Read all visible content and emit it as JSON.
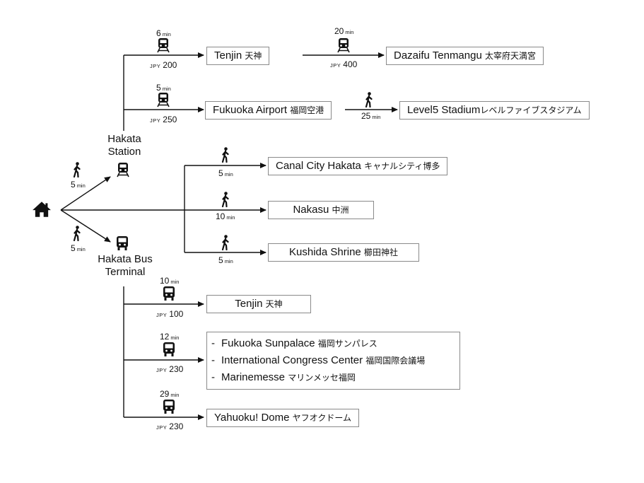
{
  "origin": {
    "icon": "home-icon"
  },
  "hubs": {
    "station": {
      "label": "Hakata\nStation",
      "icon": "train-icon"
    },
    "bus_terminal": {
      "label": "Hakata Bus\nTerminal",
      "icon": "bus-icon"
    }
  },
  "walk_to_station": "5",
  "walk_to_bus": "5",
  "unit_min": "min",
  "currency": "JPY",
  "station_routes": [
    {
      "dest_en": "Tenjin",
      "dest_ja": "天神",
      "mode": "train",
      "time": "6",
      "price": "200",
      "next": {
        "dest_en": "Dazaifu Tenmangu",
        "dest_ja": "太宰府天満宮",
        "mode": "train",
        "time": "20",
        "price": "400"
      }
    },
    {
      "dest_en": "Fukuoka Airport",
      "dest_ja": "福岡空港",
      "mode": "train",
      "time": "5",
      "price": "250",
      "next": {
        "dest_en": "Level5 Stadium",
        "dest_ja": "レベルファイブスタジアム",
        "mode": "walk",
        "time": "25"
      }
    }
  ],
  "walk_routes": [
    {
      "dest_en": "Canal City Hakata",
      "dest_ja": "キャナルシティ博多",
      "time": "5"
    },
    {
      "dest_en": "Nakasu",
      "dest_ja": "中洲",
      "time": "10"
    },
    {
      "dest_en": "Kushida Shrine",
      "dest_ja": "櫛田神社",
      "time": "5"
    }
  ],
  "bus_routes": [
    {
      "time": "10",
      "price": "100",
      "dests": [
        {
          "en": "Tenjin",
          "ja": "天神"
        }
      ]
    },
    {
      "time": "12",
      "price": "230",
      "dests": [
        {
          "en": "Fukuoka Sunpalace",
          "ja": "福岡サンパレス"
        },
        {
          "en": "International Congress Center",
          "ja": "福岡国際会議場"
        },
        {
          "en": "Marinemesse",
          "ja": "マリンメッセ福岡"
        }
      ]
    },
    {
      "time": "29",
      "price": "230",
      "dests": [
        {
          "en": "Yahuoku! Dome",
          "ja": "ヤフオクドーム"
        }
      ]
    }
  ],
  "list_bullet": "-"
}
